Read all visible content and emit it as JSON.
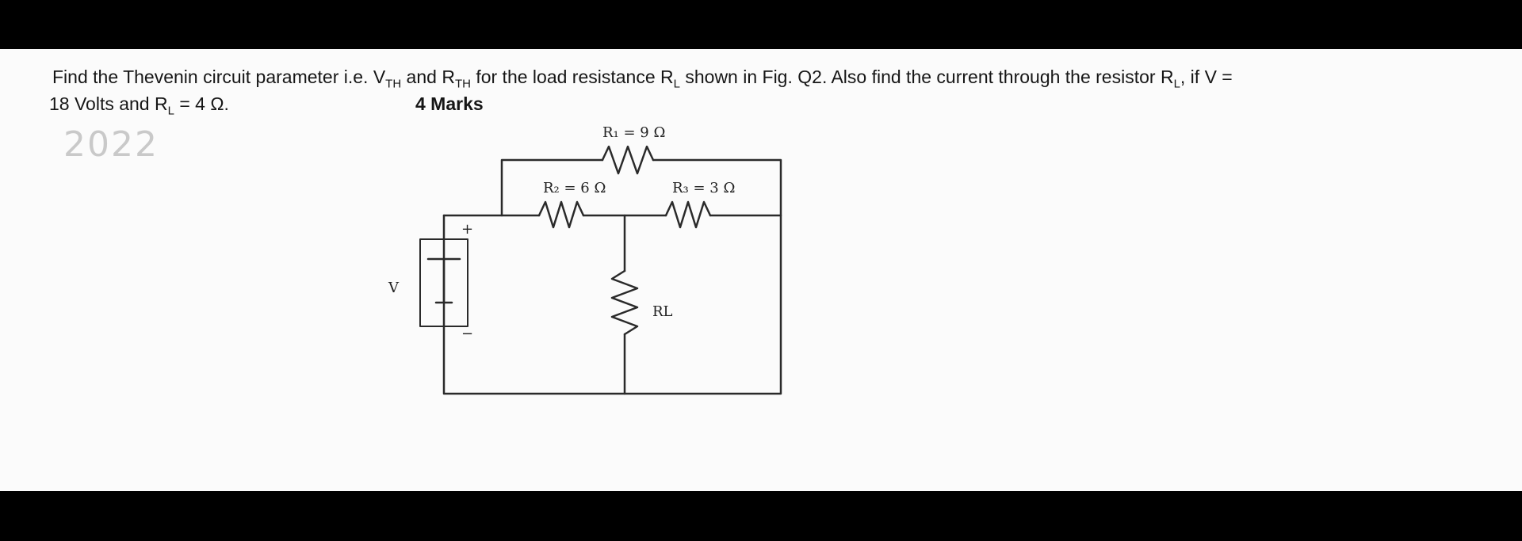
{
  "question": {
    "line1": {
      "part_a": "Find the Thevenin circuit parameter i.e. V",
      "sub_a": "TH",
      "part_b": " and R",
      "sub_b": "TH",
      "part_c": " for the load resistance R",
      "sub_c": "L",
      "part_d": " shown in Fig. Q2. Also find the current through the resistor R",
      "sub_d": "L",
      "part_e": ", if V ="
    },
    "line2": {
      "part_a": "18 Volts and R",
      "sub_a": "L",
      "part_b": " = 4 Ω."
    },
    "marks": "4 Marks"
  },
  "watermark": "2022",
  "circuit": {
    "r1_label": "R₁ = 9 Ω",
    "r2_label": "R₂ = 6 Ω",
    "r3_label": "R₃ = 3 Ω",
    "rl_label": "RL",
    "source_label": "V",
    "plus_label": "+",
    "minus_label": "−"
  }
}
